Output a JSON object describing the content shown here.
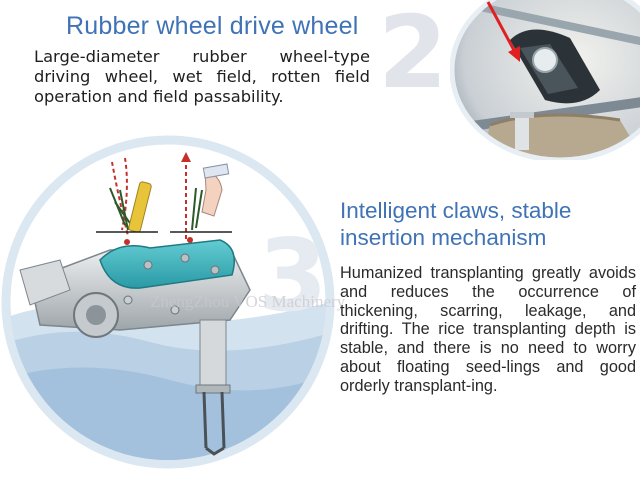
{
  "section1": {
    "title": "Rubber wheel drive wheel",
    "body": "Large-diameter rubber wheel-type driving wheel, wet field, rotten field operation and field passability.",
    "number": "2"
  },
  "section2": {
    "title": "Intelligent claws, stable insertion mechanism",
    "body": "Humanized transplanting greatly avoids and reduces the occurrence of thickening, scarring, leakage, and drifting. The rice transplanting depth is stable, and there is no need to worry about floating seed-lings and good orderly transplant-ing.",
    "number": "3"
  },
  "watermark": "ZhengZhou VOS Machinery",
  "colors": {
    "title_blue": "#3f73b6",
    "circle_border": "#dbe7f1",
    "wave_blue": "#8fb4d6",
    "gearbox_teal": "#3fb4bd"
  }
}
